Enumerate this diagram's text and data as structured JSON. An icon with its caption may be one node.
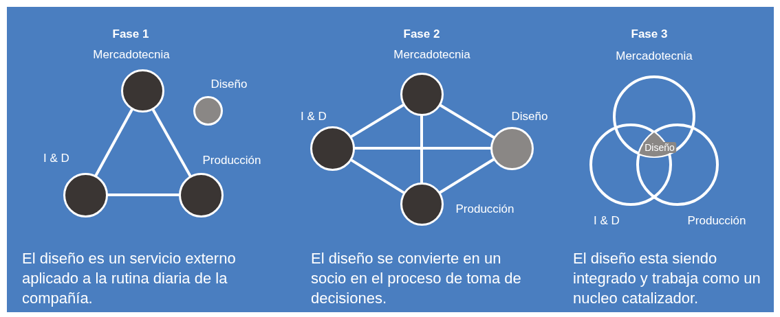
{
  "diagram": {
    "nodes": [
      {
        "text": [
          "Mercadotecnia"
        ]
      },
      {
        "text": [
          "Diseño"
        ]
      },
      {
        "text": [
          "I & D"
        ]
      },
      {
        "text": [
          "Producción"
        ]
      },
      {
        "text": [
          "Mercadotecnia"
        ]
      },
      {
        "text": [
          "I & D"
        ]
      },
      {
        "text": [
          "Diseño"
        ]
      },
      {
        "text": [
          "Producción"
        ]
      },
      {
        "text": [
          "Mercadotecnia"
        ]
      },
      {
        "text": [
          "I & D"
        ]
      },
      {
        "text": [
          "Producción"
        ]
      },
      {
        "text": [
          "Diseño"
        ]
      }
    ],
    "edges": [
      {
        "from": 0,
        "to": 2,
        "arrow": "none"
      },
      {
        "from": 0,
        "to": 3,
        "arrow": "none"
      },
      {
        "from": 2,
        "to": 3,
        "arrow": "none"
      },
      {
        "from": 4,
        "to": 5,
        "arrow": "none"
      },
      {
        "from": 4,
        "to": 6,
        "arrow": "none"
      },
      {
        "from": 4,
        "to": 7,
        "arrow": "none"
      },
      {
        "from": 5,
        "to": 6,
        "arrow": "none"
      },
      {
        "from": 5,
        "to": 7,
        "arrow": "none"
      },
      {
        "from": 6,
        "to": 7,
        "arrow": "none"
      }
    ],
    "labels": [
      "Fase 1",
      "Fase 2",
      "Fase 3",
      "El diseño es un servicio externo aplicado a la rutina diaria de la compañía.",
      "El diseño se convierte en un socio en el proceso de toma de decisiones.",
      "El diseño esta siendo integrado y trabaja como un nucleo catalizador."
    ]
  }
}
